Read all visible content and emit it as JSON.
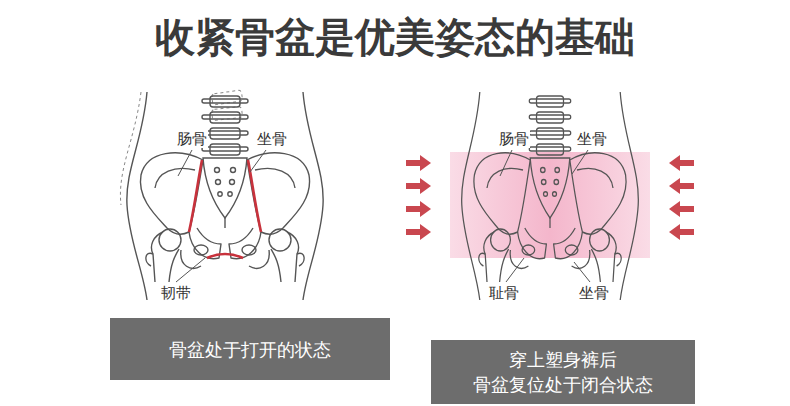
{
  "diagram": {
    "title": "收紧骨盆是优美姿态的基础",
    "nodes": [
      {
        "text": [
          "骨盆处于打开的状态"
        ]
      },
      {
        "text": [
          "穿上塑身裤后 骨盆复位处于闭合状态"
        ]
      }
    ],
    "labels": [
      "肠骨",
      "坐骨",
      "韧带",
      "肠骨",
      "坐骨",
      "耻骨",
      "坐骨"
    ]
  }
}
